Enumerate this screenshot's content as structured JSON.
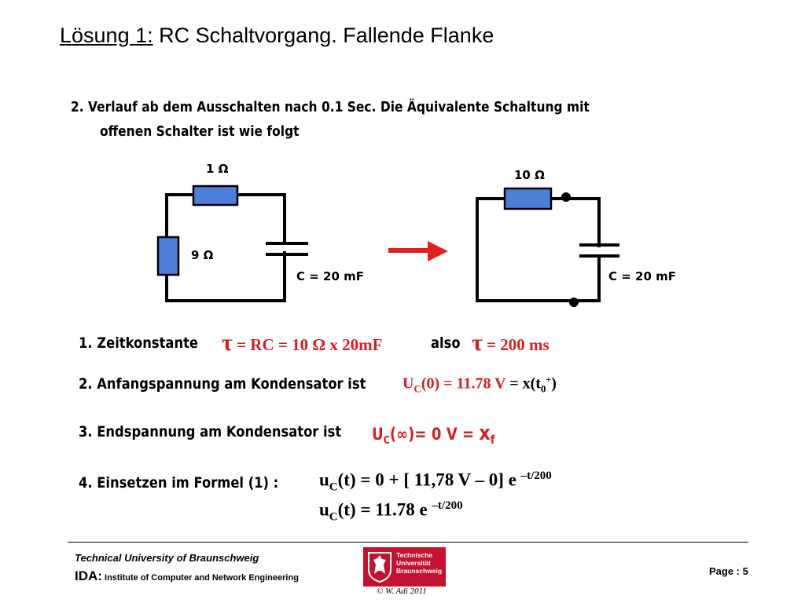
{
  "title": {
    "lead": "Lösung 1:",
    "rest": " RC Schaltvorgang. Fallende Flanke"
  },
  "header": {
    "line1": "2.    Verlauf ab dem Ausschalten nach 0.1 Sec.   Die Äquivalente Schaltung mit",
    "line2": "offenen Schalter ist wie folgt"
  },
  "circuit_left": {
    "r1": "1 Ω",
    "r2": "9 Ω",
    "cap": "C = 20 mF"
  },
  "circuit_right": {
    "r": "10 Ω",
    "cap": "C = 20 mF"
  },
  "items": {
    "i1": {
      "num": "1.   Zeitkonstante",
      "tau": "τ",
      "eq": " = RC = 10 Ω x 20mF",
      "also": "also",
      "tau2": "τ",
      "res": " = 200 ms"
    },
    "i2": {
      "text": "2.   Anfangspannung am Kondensator ist",
      "u": "U",
      "sub": "C",
      "eq": "(0) = 11.78 V",
      "eq2": " =  x(t",
      "sub2": "0",
      "sup2": "+",
      "close": ")"
    },
    "i3": {
      "text": "3.  Endspannung am Kondensator ist",
      "u": "U",
      "sub": "C",
      "eq": "(∞)= 0 V = ",
      "x": "x",
      "xsub": "f"
    },
    "i4": {
      "text": "4.  Einsetzen im Formel (1) :",
      "l1_u": "u",
      "l1_sub": "C",
      "l1_eq": "(t)  = 0 + [ 11,78 V – 0] e ",
      "l1_exp": "–t/200",
      "l2_u": "u",
      "l2_sub": "C",
      "l2_eq": "(t)  = 11.78 e ",
      "l2_exp": "–t/200"
    }
  },
  "footer": {
    "university": "Technical University of Braunschweig",
    "ida": "IDA:",
    "institute": " Institute of Computer and Network Engineering",
    "page": "Page :  5",
    "copyright": "© W. Adi 2011",
    "logo_text": [
      "Technische",
      "Universität",
      "Braunschweig"
    ]
  },
  "colors": {
    "resistor": "#4d7fd9",
    "accent_red": "#d42020",
    "logo_red": "#c4112f"
  }
}
